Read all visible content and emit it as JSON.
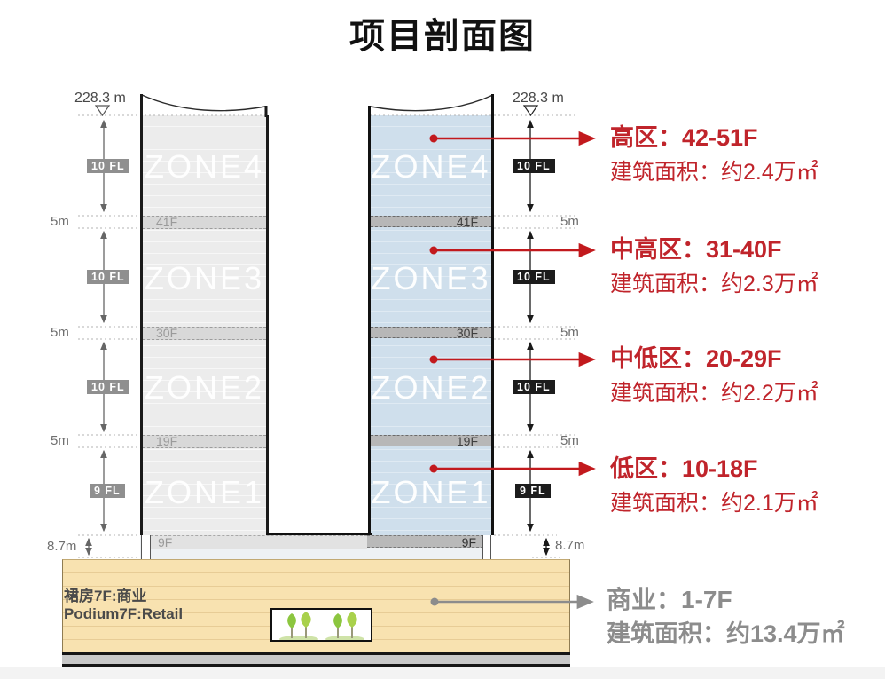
{
  "title": "项目剖面图",
  "labels": {
    "height": "228.3 m",
    "gap": "5m",
    "podium_height": "8.7m"
  },
  "badges": {
    "ten": "10 FL",
    "nine": "9 FL"
  },
  "zones": [
    "ZONE4",
    "ZONE3",
    "ZONE2",
    "ZONE1"
  ],
  "floor_bands": [
    "41F",
    "30F",
    "19F",
    "9F"
  ],
  "annotations": [
    {
      "title": "高区：42-51F",
      "area": "建筑面积：约2.4万㎡"
    },
    {
      "title": "中高区：31-40F",
      "area": "建筑面积：约2.3万㎡"
    },
    {
      "title": "中低区：20-29F",
      "area": "建筑面积：约2.2万㎡"
    },
    {
      "title": "低区：10-18F",
      "area": "建筑面积：约2.1万㎡"
    }
  ],
  "podium_annotation": {
    "title": "商业：1-7F",
    "area": "建筑面积：约13.4万㎡"
  },
  "podium": {
    "line1": "裙房7F:商业",
    "line2": "Podium7F:Retail"
  },
  "colors": {
    "accent_red": "#C2191D",
    "annotation_gray": "#8C8C8C",
    "tower_blue": "#CFDFEC",
    "tower_gray": "#ECECEC",
    "podium_tan": "#F8E2B0"
  }
}
